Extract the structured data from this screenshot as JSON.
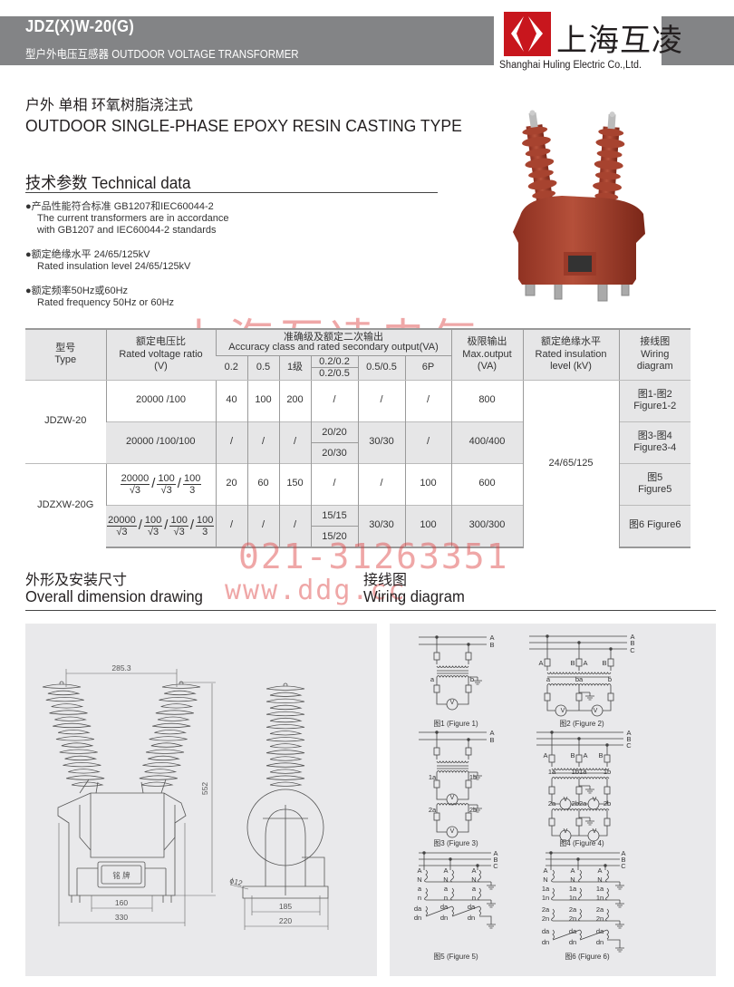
{
  "header": {
    "title": "JDZ(X)W-20(G)",
    "subtitle": "型户外电压互感器 OUTDOOR VOLTAGE TRANSFORMER"
  },
  "logo": {
    "name_cn": "上海互凌",
    "name_en": "Shanghai Huling Electric Co.,Ltd.",
    "brand_color": "#c8161d"
  },
  "intro": {
    "title_cn": "户外  单相  环氧树脂浇注式",
    "title_en": "OUTDOOR SINGLE-PHASE EPOXY RESIN CASTING TYPE"
  },
  "technical": {
    "heading": "技术参数  Technical data",
    "bullets": [
      {
        "cn": "产品性能符合标准 GB1207和IEC60044-2",
        "en1": "The current transformers are in accordance",
        "en2": "with GB1207 and IEC60044-2 standards"
      },
      {
        "cn": "额定绝缘水平 24/65/125kV",
        "en1": "Rated insulation level 24/65/125kV"
      },
      {
        "cn": "额定频率50Hz或60Hz",
        "en1": "Rated frequency 50Hz or 60Hz"
      }
    ]
  },
  "watermark": {
    "company": "上海互凌电气",
    "phone": "021-31263351",
    "site": "www.ddg.cc"
  },
  "table": {
    "headers": {
      "type_cn": "型号",
      "type_en": "Type",
      "ratio_cn": "额定电压比",
      "ratio_en": "Rated voltage ratio",
      "ratio_unit": "(V)",
      "acc_cn": "准确级及额定二次输出",
      "acc_en": "Accuracy class and rated secondary output(VA)",
      "acc_cols": [
        "0.2",
        "0.5",
        "1级",
        "0.2/0.2",
        "0.2/0.5",
        "0.5/0.5",
        "6P"
      ],
      "max_cn": "极限输出",
      "max_en": "Max.output",
      "max_unit": "(VA)",
      "ins_cn": "额定绝缘水平",
      "ins_en": "Rated insulation",
      "ins_unit": "level (kV)",
      "wir_cn": "接线图",
      "wir_en": "Wiring",
      "wir_en2": "diagram"
    },
    "types": [
      "JDZW-20",
      "JDZXW-20G"
    ],
    "insulation": "24/65/125",
    "rows": [
      {
        "ratio": "20000 /100",
        "c02": "40",
        "c05": "100",
        "c1": "200",
        "c0202": "/",
        "c0505": "/",
        "c6p": "/",
        "max": "800",
        "wiring_cn": "图1-图2",
        "wiring_en": "Figure1-2"
      },
      {
        "ratio": "20000 /100/100",
        "c02": "/",
        "c05": "/",
        "c1": "/",
        "c0202a": "20/20",
        "c0202b": "20/30",
        "c0505": "30/30",
        "c6p": "/",
        "max": "400/400",
        "wiring_cn": "图3-图4",
        "wiring_en": "Figure3-4"
      },
      {
        "ratio_parts": [
          {
            "n": "20000",
            "d": "√3"
          },
          {
            "n": "100",
            "d": "√3"
          },
          {
            "n": "100",
            "d": "3"
          }
        ],
        "c02": "20",
        "c05": "60",
        "c1": "150",
        "c0202": "/",
        "c0505": "/",
        "c6p": "100",
        "max": "600",
        "wiring_cn": "图5",
        "wiring_en": "Figure5"
      },
      {
        "ratio_parts": [
          {
            "n": "20000",
            "d": "√3"
          },
          {
            "n": "100",
            "d": "√3"
          },
          {
            "n": "100",
            "d": "√3"
          },
          {
            "n": "100",
            "d": "3"
          }
        ],
        "c02": "/",
        "c05": "/",
        "c1": "/",
        "c0202a": "15/15",
        "c0202b": "15/20",
        "c0505": "30/30",
        "c6p": "100",
        "max": "300/300",
        "wiring": "图6  Figure6"
      }
    ]
  },
  "dimension": {
    "heading_cn": "外形及安装尺寸",
    "heading_en": "Overall dimension drawing",
    "labels": {
      "top_spacing": "285.3",
      "height": "552",
      "foot_spacing": "160",
      "width": "330",
      "hole": "ϕ12",
      "side_spacing": "185",
      "side_width": "220",
      "nameplate": "铭 牌"
    }
  },
  "wiring": {
    "heading_cn": "接线图",
    "heading_en": "Wiring diagram",
    "figures": [
      {
        "caption": "图1 (Figure 1)",
        "labels": [
          "A",
          "B",
          "a",
          "b",
          "V"
        ]
      },
      {
        "caption": "图2 (Figure 2)",
        "labels": [
          "A",
          "B",
          "C",
          "A",
          "B",
          "A",
          "B",
          "a",
          "ba",
          "b",
          "V",
          "V"
        ]
      },
      {
        "caption": "图3 (Figure 3)",
        "labels": [
          "A",
          "B",
          "1a",
          "1b",
          "2a",
          "2b",
          "V",
          "V"
        ]
      },
      {
        "caption": "图4 (Figure 4)",
        "labels": [
          "A",
          "B",
          "C",
          "A",
          "B",
          "A",
          "B",
          "1a",
          "1b1a",
          "1b",
          "2a",
          "2b2a",
          "2b",
          "V",
          "V",
          "V",
          "V"
        ]
      },
      {
        "caption": "图5 (Figure 5)",
        "labels": [
          "A",
          "B",
          "C",
          "A",
          "N",
          "A",
          "N",
          "A",
          "N",
          "a",
          "n",
          "a",
          "n",
          "a",
          "n",
          "da",
          "dn",
          "da",
          "dn",
          "da",
          "dn"
        ]
      },
      {
        "caption": "图6 (Figure 6)",
        "labels": [
          "A",
          "B",
          "C",
          "A",
          "N",
          "A",
          "N",
          "A",
          "N",
          "1a",
          "1n",
          "1a",
          "1n",
          "1a",
          "1n",
          "2a",
          "2n",
          "2a",
          "2n",
          "2a",
          "2n",
          "da",
          "dn",
          "da",
          "dn",
          "da",
          "dn"
        ]
      }
    ]
  }
}
